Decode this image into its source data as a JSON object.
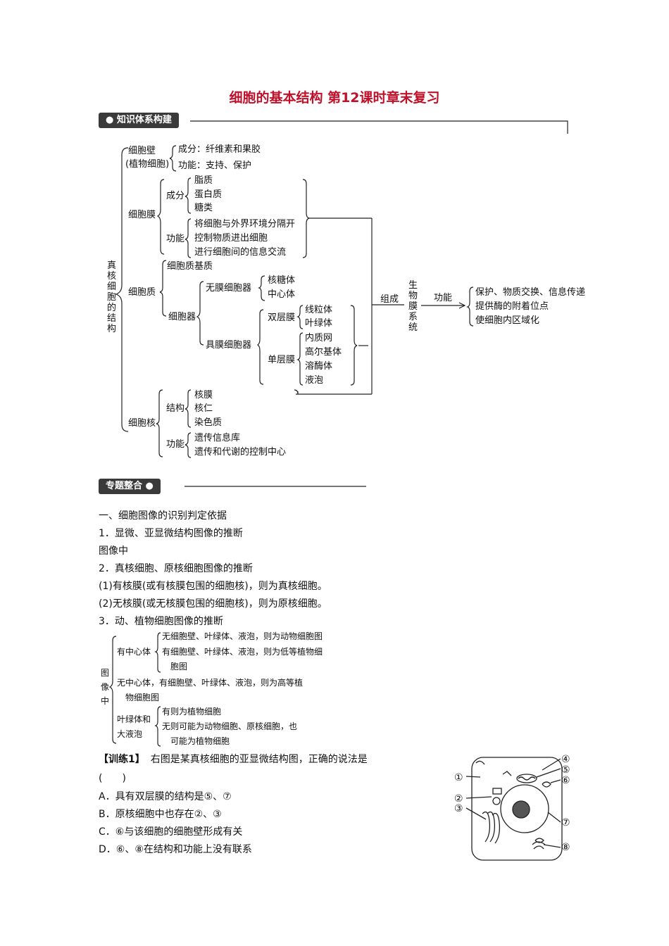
{
  "title": "细胞的基本结构 第12课时章末复习",
  "section1": {
    "label": "知识体系构建"
  },
  "tree": {
    "root": [
      "真",
      "核",
      "细",
      "胞",
      "的",
      "结",
      "构"
    ],
    "wall": {
      "name": "细胞壁",
      "sub": "(植物细胞)",
      "comp": "成分：纤维素和果胶",
      "func": "功能：支持、保护"
    },
    "membrane": {
      "name": "细胞膜",
      "comp_label": "成分",
      "comp": [
        "脂质",
        "蛋白质",
        "糖类"
      ],
      "func_label": "功能",
      "func": [
        "将细胞与外界环境分隔开",
        "控制物质进出细胞",
        "进行细胞间的信息交流"
      ]
    },
    "cytoplasm": {
      "name": "细胞质",
      "matrix": "细胞质基质",
      "organelle": "细胞器",
      "nonmem": "无膜细胞器",
      "nonmem_items": [
        "核糖体",
        "中心体"
      ],
      "mem": "具膜细胞器",
      "double": "双层膜",
      "double_items": [
        "线粒体",
        "叶绿体"
      ],
      "single": "单层膜",
      "single_items": [
        "内质网",
        "高尔基体",
        "溶酶体",
        "液泡"
      ]
    },
    "nucleus": {
      "name": "细胞核",
      "struct_label": "结构",
      "struct": [
        "核膜",
        "核仁",
        "染色质"
      ],
      "func_label": "功能",
      "func": [
        "遗传信息库",
        "遗传和代谢的控制中心"
      ]
    },
    "compose": "组成",
    "system": [
      "生",
      "物",
      "膜",
      "系",
      "统"
    ],
    "func_label": "功能",
    "system_funcs": [
      "保护、物质交换、信息传递",
      "提供酶的附着位点",
      "使细胞内区域化"
    ]
  },
  "section2": {
    "label": "专题整合"
  },
  "body": [
    "一、细胞图像的识别判定依据",
    "1．显微、亚显微结构图像的推断",
    "图像中",
    "2．真核细胞、原核细胞图像的推断",
    "(1)有核膜(或有核膜包围的细胞核)，则为真核细胞。",
    "(2)无核膜(或无核膜包围的细胞核)，则为原核细胞。",
    "3．动、植物细胞图像的推断"
  ],
  "chart": {
    "root": [
      "图",
      "像",
      "中"
    ],
    "centriole_yes": "有中心体",
    "cy1": "无细胞壁、叶绿体、液泡，则为动物细胞图",
    "cy2a": "有细胞壁、叶绿体、液泡，则为低等植物细",
    "cy2b": "胞图",
    "cn_a": "无中心体，有细胞壁、叶绿体、液泡，则为高等植",
    "cn_b": "物细胞图",
    "chl_a": "叶绿体和",
    "chl_b": "大液泡",
    "chl1": "有则为植物细胞",
    "chl2a": "无则可能为动物细胞、原核细胞，也",
    "chl2b": "可能为植物细胞"
  },
  "exercise": {
    "tag": "【训练1】",
    "question": "右图是某真核细胞的亚显微结构图，正确的说法是",
    "paren": "(　　)",
    "options": [
      "A．具有双层膜的结构是⑤、⑦",
      "B．原核细胞中也存在②、③",
      "C．⑥与该细胞的细胞壁形成有关",
      "D．⑥、⑧在结构和功能上没有联系"
    ]
  },
  "figure_labels": [
    "①",
    "②",
    "③",
    "④",
    "⑤",
    "⑥",
    "⑦",
    "⑧"
  ]
}
